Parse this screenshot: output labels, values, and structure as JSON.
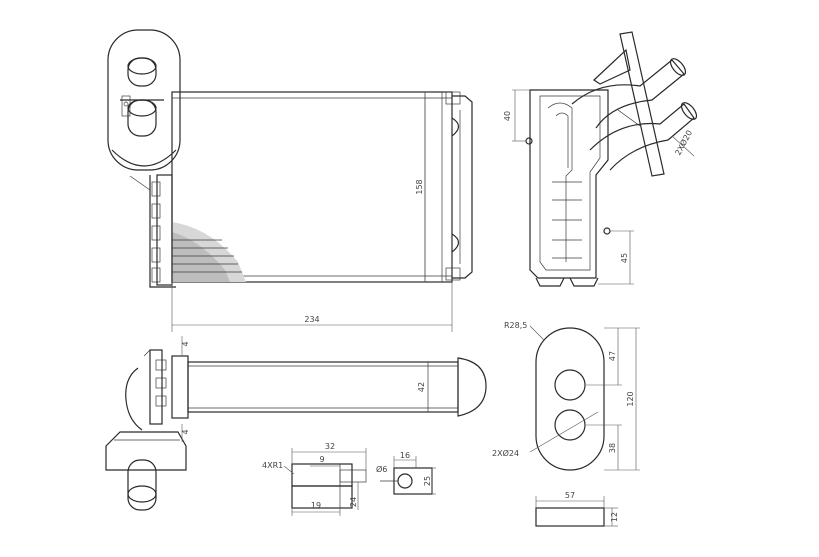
{
  "dimensions": {
    "core_height": "158",
    "core_width": "234",
    "side_top": "40",
    "side_bottom": "45",
    "pipe_diameter": "2XØ20",
    "bottom_small_top": "4",
    "bottom_small_bottom": "4",
    "bottom_depth": "42",
    "flange_radius": "R28,5",
    "flange_upper": "47",
    "flange_total": "120",
    "flange_lower": "38",
    "flange_holes": "2XØ24",
    "bracket_length": "32",
    "bracket_holes": "4XR1",
    "bracket_inner": "9",
    "bracket_lower": "19",
    "bracket_height": "24",
    "pin_diameter": "Ø6",
    "pin_width": "16",
    "pin_height": "25",
    "gasket_length": "57",
    "gasket_thickness": "12"
  }
}
